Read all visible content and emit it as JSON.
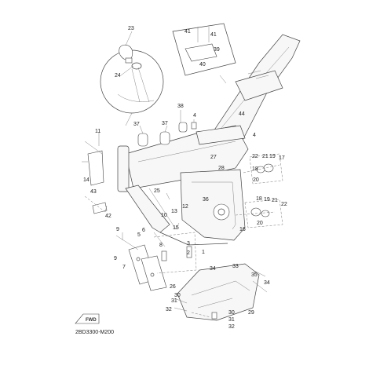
{
  "diagram": {
    "code": "2BD3300-M200",
    "forward_arrow_text": "FWD",
    "callouts": [
      {
        "id": "c23",
        "label": "23"
      },
      {
        "id": "c24",
        "label": "24"
      },
      {
        "id": "c41a",
        "label": "41"
      },
      {
        "id": "c41b",
        "label": "41"
      },
      {
        "id": "c39",
        "label": "39"
      },
      {
        "id": "c40",
        "label": "40"
      },
      {
        "id": "c38",
        "label": "38"
      },
      {
        "id": "c37a",
        "label": "37"
      },
      {
        "id": "c37b",
        "label": "37"
      },
      {
        "id": "c4a",
        "label": "4"
      },
      {
        "id": "c44",
        "label": "44"
      },
      {
        "id": "c4b",
        "label": "4"
      },
      {
        "id": "c11",
        "label": "11"
      },
      {
        "id": "c27",
        "label": "27"
      },
      {
        "id": "c22a",
        "label": "22"
      },
      {
        "id": "c21a",
        "label": "21"
      },
      {
        "id": "c19a",
        "label": "19"
      },
      {
        "id": "c17",
        "label": "17"
      },
      {
        "id": "c28",
        "label": "28"
      },
      {
        "id": "c18a",
        "label": "18"
      },
      {
        "id": "c20a",
        "label": "20"
      },
      {
        "id": "c14",
        "label": "14"
      },
      {
        "id": "c43",
        "label": "43"
      },
      {
        "id": "c25",
        "label": "25"
      },
      {
        "id": "c36",
        "label": "36"
      },
      {
        "id": "c12",
        "label": "12"
      },
      {
        "id": "c13",
        "label": "13"
      },
      {
        "id": "c10",
        "label": "10"
      },
      {
        "id": "c42",
        "label": "42"
      },
      {
        "id": "c18b",
        "label": "18"
      },
      {
        "id": "c19b",
        "label": "19"
      },
      {
        "id": "c21b",
        "label": "21"
      },
      {
        "id": "c22b",
        "label": "22"
      },
      {
        "id": "c20b",
        "label": "20"
      },
      {
        "id": "c15",
        "label": "15"
      },
      {
        "id": "c16",
        "label": "16"
      },
      {
        "id": "c9a",
        "label": "9"
      },
      {
        "id": "c6",
        "label": "6"
      },
      {
        "id": "c5",
        "label": "5"
      },
      {
        "id": "c3",
        "label": "3"
      },
      {
        "id": "c8",
        "label": "8"
      },
      {
        "id": "c2",
        "label": "2"
      },
      {
        "id": "c1",
        "label": "1"
      },
      {
        "id": "c9b",
        "label": "9"
      },
      {
        "id": "c7",
        "label": "7"
      },
      {
        "id": "c34a",
        "label": "34"
      },
      {
        "id": "c33",
        "label": "33"
      },
      {
        "id": "c35",
        "label": "35"
      },
      {
        "id": "c34b",
        "label": "34"
      },
      {
        "id": "c26",
        "label": "26"
      },
      {
        "id": "c30a",
        "label": "30"
      },
      {
        "id": "c31a",
        "label": "31"
      },
      {
        "id": "c32a",
        "label": "32"
      },
      {
        "id": "c29",
        "label": "29"
      },
      {
        "id": "c30b",
        "label": "30"
      },
      {
        "id": "c31b",
        "label": "31"
      },
      {
        "id": "c32b",
        "label": "32"
      }
    ]
  }
}
